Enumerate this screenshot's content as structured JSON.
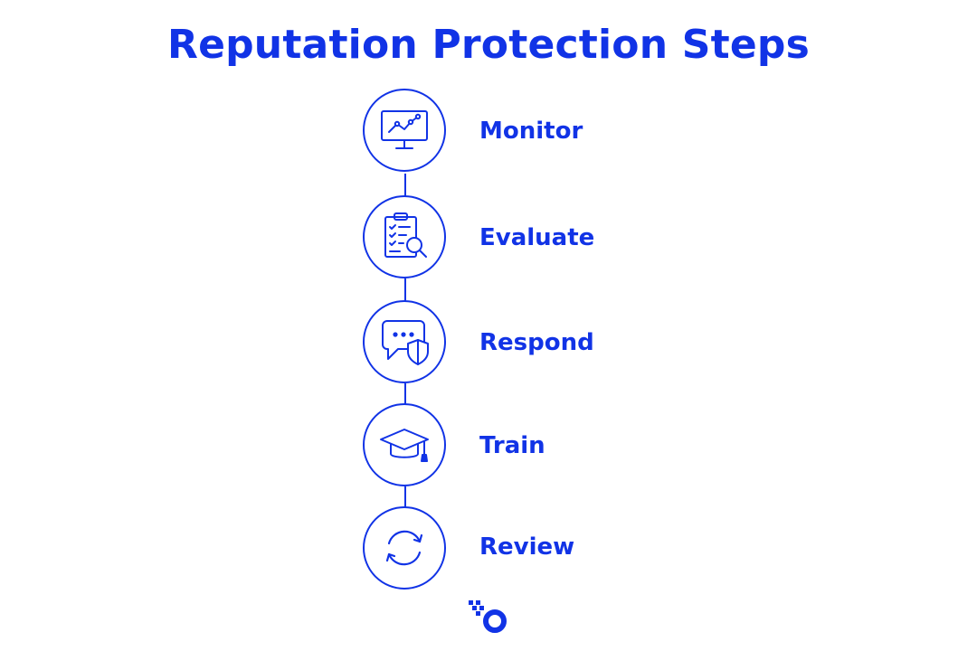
{
  "title": "Reputation Protection Steps",
  "colors": {
    "accent": "#1133e6",
    "background": "#ffffff"
  },
  "steps": [
    {
      "label": "Monitor",
      "icon": "monitor-chart-icon"
    },
    {
      "label": "Evaluate",
      "icon": "clipboard-search-icon"
    },
    {
      "label": "Respond",
      "icon": "chat-shield-icon"
    },
    {
      "label": "Train",
      "icon": "graduation-cap-icon"
    },
    {
      "label": "Review",
      "icon": "refresh-cycle-icon"
    }
  ],
  "logo": {
    "icon": "brand-logo-icon"
  }
}
